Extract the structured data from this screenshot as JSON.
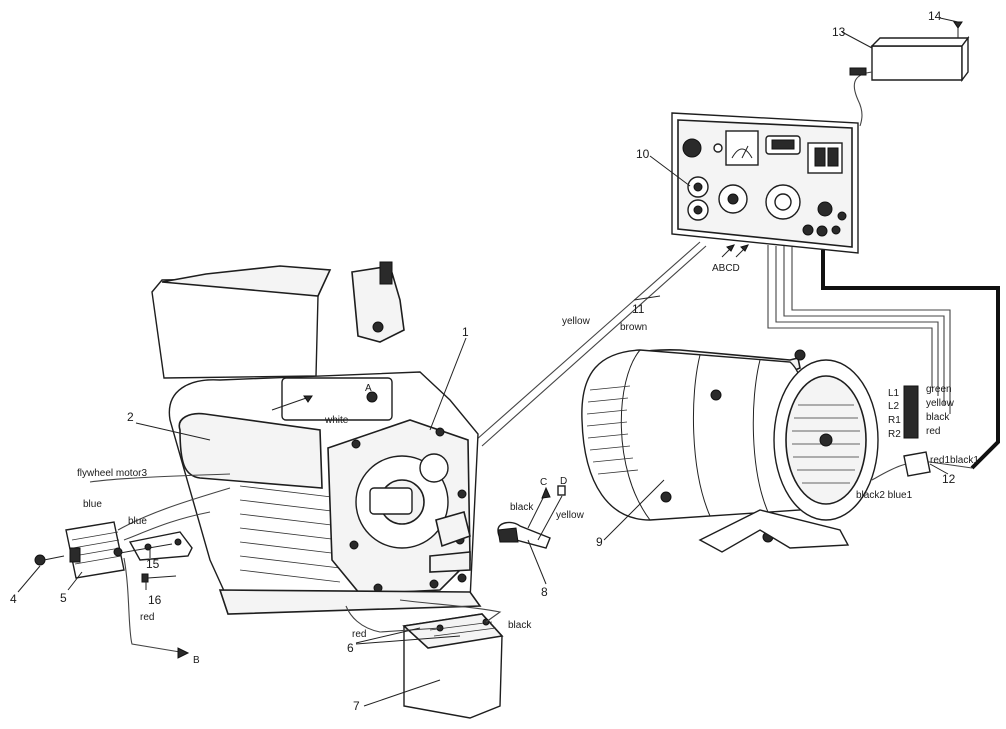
{
  "callouts": {
    "n1": "1",
    "n2": "2",
    "n4": "4",
    "n5": "5",
    "n6": "6",
    "n7": "7",
    "n8": "8",
    "n9": "9",
    "n10": "10",
    "n11": "11",
    "n12": "12",
    "n13": "13",
    "n14": "14",
    "n15": "15",
    "n16": "16"
  },
  "labels": {
    "flywheel_motor": "flywheel motor3",
    "blue_a": "blue",
    "blue_b": "blue",
    "white": "white",
    "red_left": "red",
    "red_battery": "red",
    "black_battery": "black",
    "black_plug": "black",
    "yellow_plug": "yellow",
    "yellow_wire": "yellow",
    "brown_wire": "brown",
    "abcd": "ABCD",
    "green": "green",
    "yellow_term": "yellow",
    "black_term": "black",
    "red_term": "red",
    "l1": "L1",
    "l2": "L2",
    "r1": "R1",
    "r2": "R2",
    "red1black1": "red1black1",
    "black2blue1": "black2 blue1",
    "a": "A",
    "b": "B",
    "c": "C",
    "d": "D"
  }
}
